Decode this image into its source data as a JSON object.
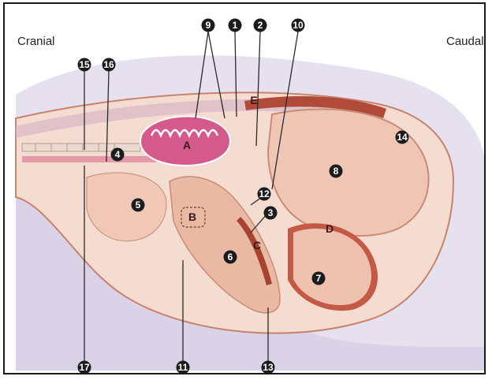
{
  "orientation": {
    "left": "Cranial",
    "right": "Caudal"
  },
  "markers": [
    "1",
    "2",
    "3",
    "4",
    "5",
    "6",
    "7",
    "8",
    "9",
    "10",
    "11",
    "12",
    "13",
    "14",
    "15",
    "16",
    "17"
  ],
  "letters": [
    "A",
    "B",
    "C",
    "D",
    "E"
  ],
  "colors": {
    "background": "#ffffff",
    "outer_body": "#d9d3e8",
    "abdominal_wall": "#f2d3c0",
    "stomach": "#efc4b0",
    "liver_dark": "#b04b3a",
    "glandular_A": "#d45a8c",
    "marker_fill": "#1c1c1c"
  }
}
